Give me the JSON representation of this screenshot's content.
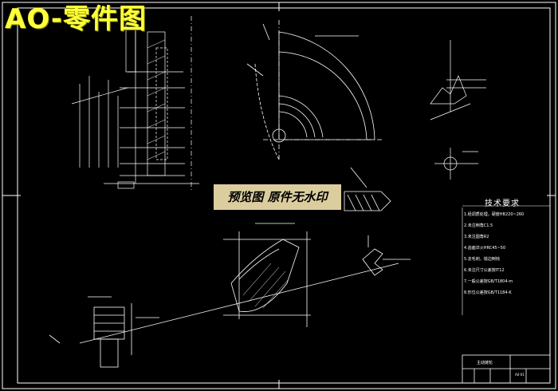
{
  "overlay": {
    "title": "AO-零件图",
    "watermark": "预览图 原件无水印"
  },
  "tech_requirements": {
    "title": "技术要求",
    "items": [
      "1.经调质处理，硬度HB220~260",
      "2.未注倒角C1.5",
      "3.未注圆角R2",
      "4.齿面淬火HRC45~50",
      "5.去毛刺，锐边倒钝",
      "6.未注尺寸公差按IT12",
      "7.一般公差按GB/T1804-m",
      "8.形位公差按GB/T1184-K"
    ]
  },
  "title_block": {
    "name": "主动链轮",
    "code": "A0-01"
  },
  "colors": {
    "background": "#000000",
    "lines": "#ffffff",
    "title": "#ffff3a",
    "badge": "#e8d9a8"
  }
}
